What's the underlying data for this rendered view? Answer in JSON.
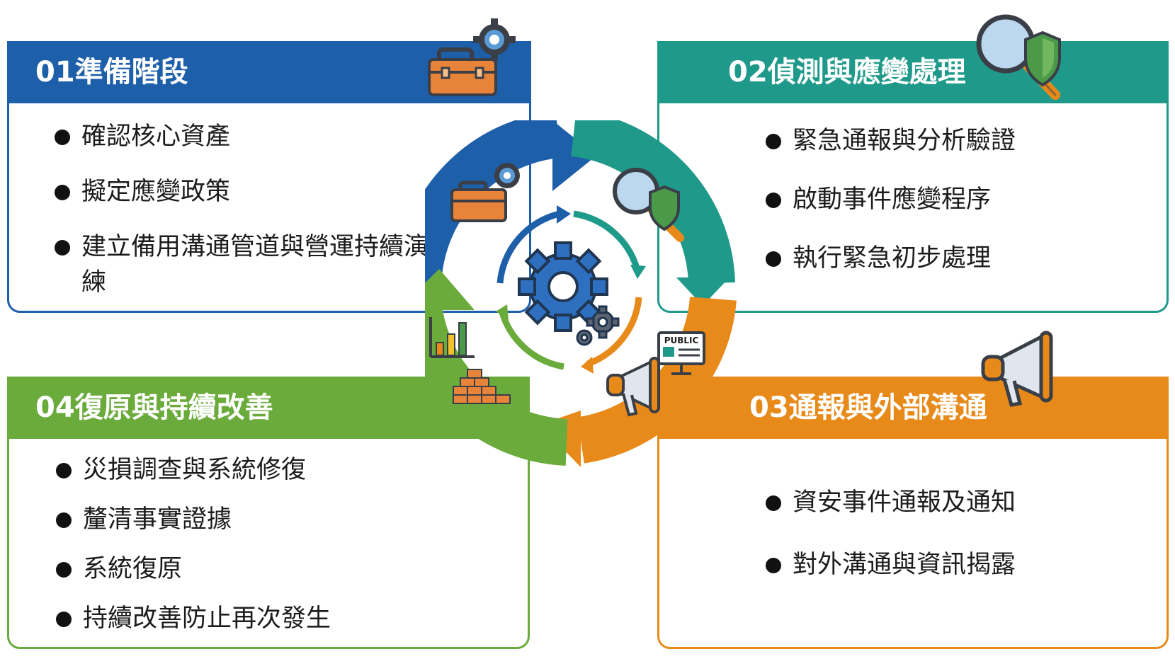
{
  "phases": [
    {
      "title": "01準備階段",
      "color": "#1e5faa",
      "items": [
        "確認核心資產",
        "擬定應變政策",
        "建立備用溝通管道與營運持續演練"
      ]
    },
    {
      "title": "02偵測與應變處理",
      "color": "#1f9a8a",
      "items": [
        "緊急通報與分析驗證",
        "啟動事件應變程序",
        "執行緊急初步處理"
      ]
    },
    {
      "title": "03通報與外部溝通",
      "color": "#e88a1a",
      "items": [
        "資安事件通報及通知",
        "對外溝通與資訊揭露"
      ]
    },
    {
      "title": "04復原與持續改善",
      "color": "#6aab3c",
      "items": [
        "災損調查與系統修復",
        "釐清事實證據",
        "系統復原",
        "持續改善防止再次發生"
      ]
    }
  ],
  "icons": {
    "phase1": "toolbox-gear-icon",
    "phase2": "magnifier-shield-icon",
    "phase3": "megaphone-icon",
    "phase4": "bar-chart-bricks-icon",
    "center": "gears-icon",
    "public_sign": "PUBLIC"
  }
}
